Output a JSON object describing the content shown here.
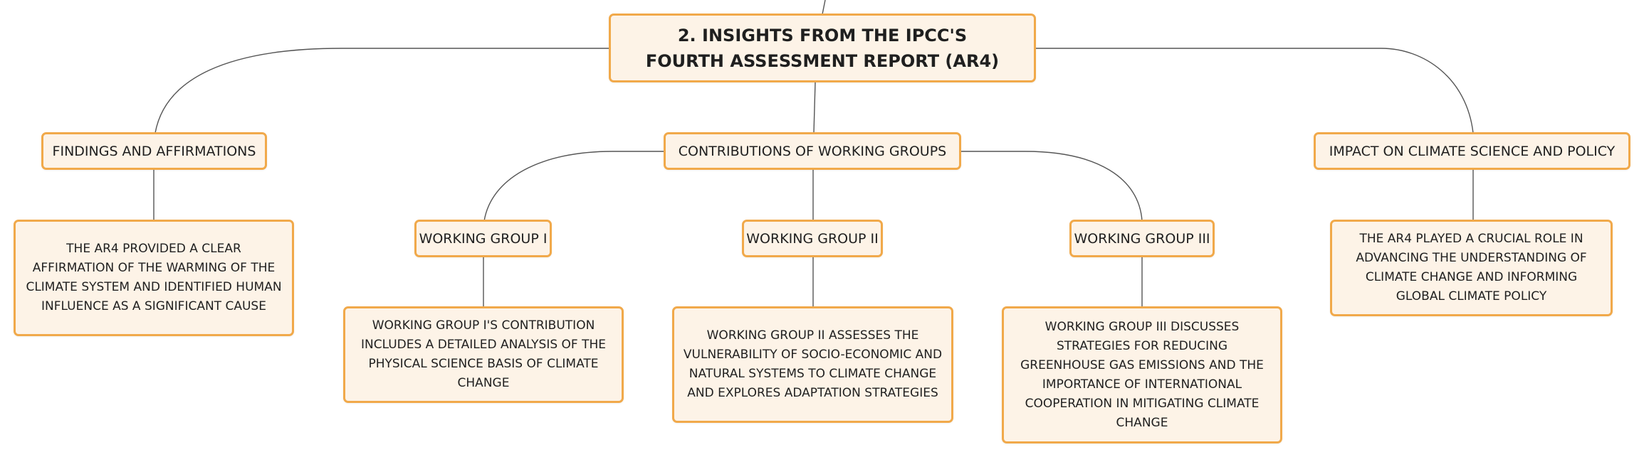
{
  "diagram": {
    "root": {
      "label": "2. INSIGHTS FROM THE IPCC'S FOURTH ASSESSMENT REPORT (AR4)"
    },
    "findings": {
      "label": "FINDINGS AND AFFIRMATIONS",
      "detail": "THE AR4 PROVIDED A CLEAR AFFIRMATION OF THE WARMING OF THE CLIMATE SYSTEM AND IDENTIFIED HUMAN INFLUENCE AS A SIGNIFICANT CAUSE"
    },
    "contributions": {
      "label": "CONTRIBUTIONS OF WORKING GROUPS",
      "groups": [
        {
          "label": "WORKING GROUP I",
          "detail": "WORKING GROUP I'S CONTRIBUTION INCLUDES A DETAILED ANALYSIS OF THE PHYSICAL SCIENCE BASIS OF CLIMATE CHANGE"
        },
        {
          "label": "WORKING GROUP II",
          "detail": "WORKING GROUP II ASSESSES THE VULNERABILITY OF SOCIO-ECONOMIC AND NATURAL SYSTEMS TO CLIMATE CHANGE AND EXPLORES ADAPTATION STRATEGIES"
        },
        {
          "label": "WORKING GROUP III",
          "detail": "WORKING GROUP III DISCUSSES STRATEGIES FOR REDUCING GREENHOUSE GAS EMISSIONS AND THE IMPORTANCE OF INTERNATIONAL COOPERATION IN MITIGATING CLIMATE CHANGE"
        }
      ]
    },
    "impact": {
      "label": "IMPACT ON CLIMATE SCIENCE AND POLICY",
      "detail": "THE AR4 PLAYED A CRUCIAL ROLE IN ADVANCING THE UNDERSTANDING OF CLIMATE CHANGE AND INFORMING GLOBAL CLIMATE POLICY"
    }
  },
  "colors": {
    "node_fill": "#fdf3e7",
    "node_border": "#f1a94a",
    "connector": "#555555",
    "text": "#1f1f1f"
  }
}
